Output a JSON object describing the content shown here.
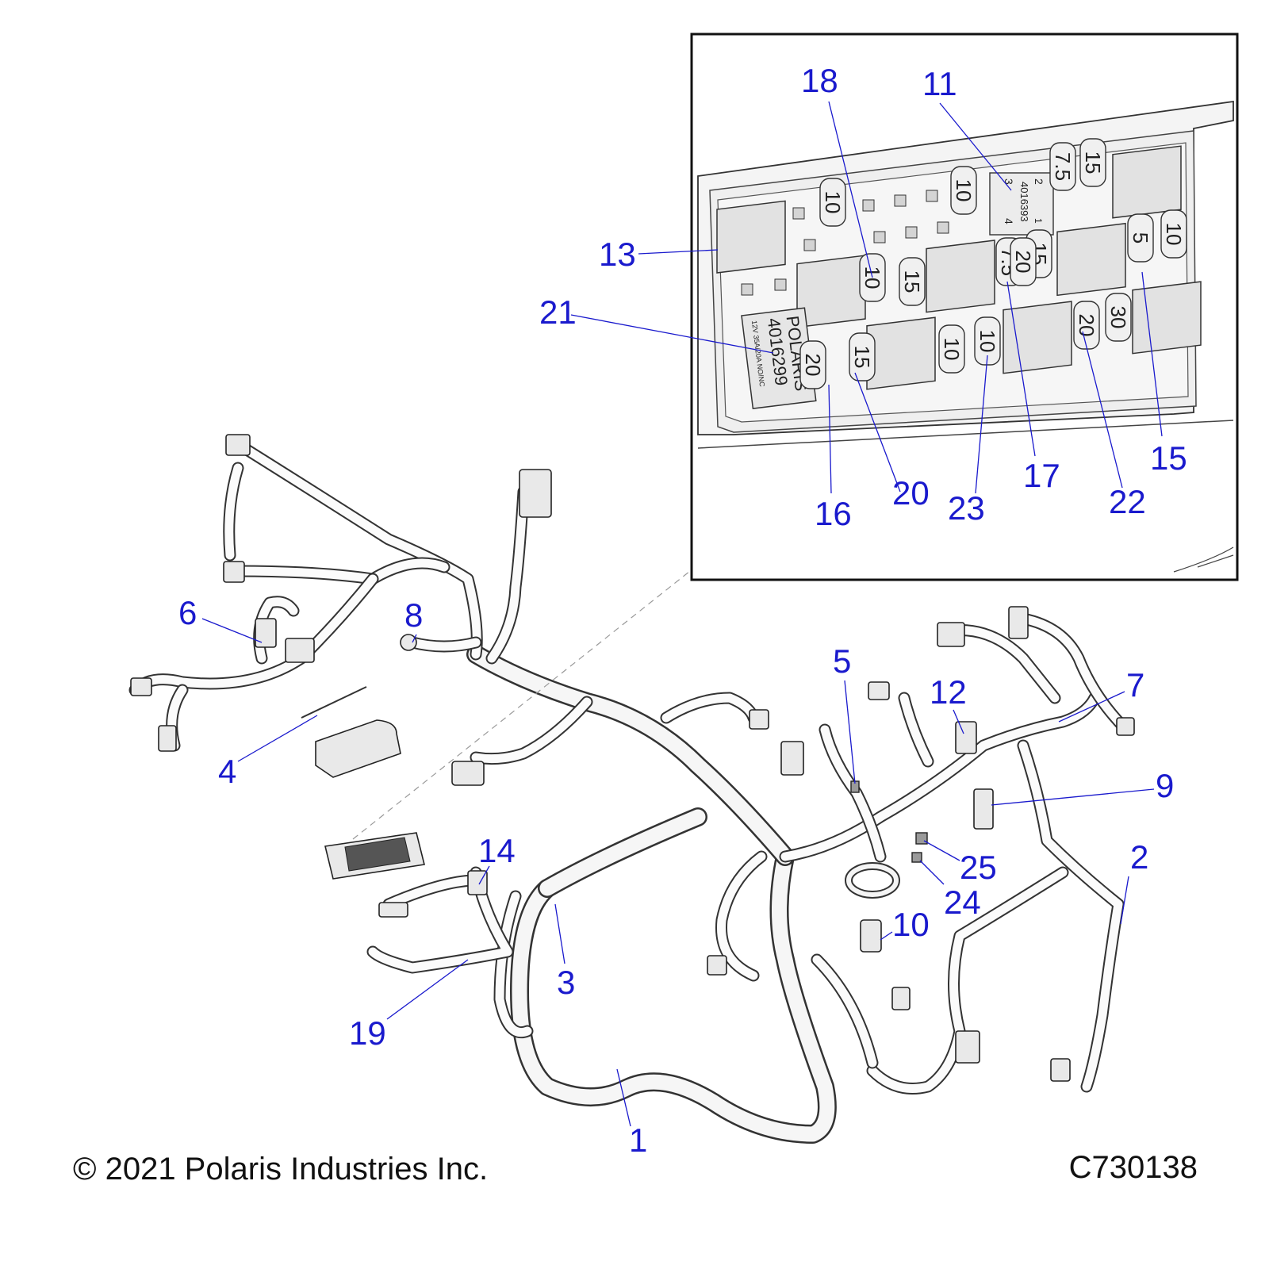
{
  "callouts": [
    {
      "id": "1",
      "text": "1"
    },
    {
      "id": "2",
      "text": "2"
    },
    {
      "id": "3",
      "text": "3"
    },
    {
      "id": "4",
      "text": "4"
    },
    {
      "id": "5",
      "text": "5"
    },
    {
      "id": "6",
      "text": "6"
    },
    {
      "id": "7",
      "text": "7"
    },
    {
      "id": "8",
      "text": "8"
    },
    {
      "id": "9",
      "text": "9"
    },
    {
      "id": "10",
      "text": "10"
    },
    {
      "id": "11",
      "text": "11"
    },
    {
      "id": "12",
      "text": "12"
    },
    {
      "id": "13",
      "text": "13"
    },
    {
      "id": "14",
      "text": "14"
    },
    {
      "id": "15",
      "text": "15"
    },
    {
      "id": "16",
      "text": "16"
    },
    {
      "id": "17",
      "text": "17"
    },
    {
      "id": "18",
      "text": "18"
    },
    {
      "id": "19",
      "text": "19"
    },
    {
      "id": "20",
      "text": "20"
    },
    {
      "id": "21",
      "text": "21"
    },
    {
      "id": "22",
      "text": "22"
    },
    {
      "id": "23",
      "text": "23"
    },
    {
      "id": "24",
      "text": "24"
    },
    {
      "id": "25",
      "text": "25"
    }
  ],
  "fuse_box": {
    "relay_label": {
      "line1": "POLARIS",
      "line2": "4016299",
      "line3": "12V  35A/20A  NO/NC"
    },
    "relay_label_small": {
      "line1": "2",
      "line2": "1",
      "line3": "4016393",
      "line4": "3",
      "line5": "4"
    },
    "fuses": [
      "10",
      "10",
      "10",
      "7.5",
      "15",
      "7.5",
      "15",
      "5",
      "10",
      "10",
      "15",
      "20",
      "15",
      "10",
      "20",
      "30",
      "20"
    ]
  },
  "footer": {
    "copyright": "© 2021 Polaris Industries Inc.",
    "code": "C730138"
  },
  "colors": {
    "callout": "#1a1acd",
    "line": "#222222",
    "background": "#ffffff"
  }
}
